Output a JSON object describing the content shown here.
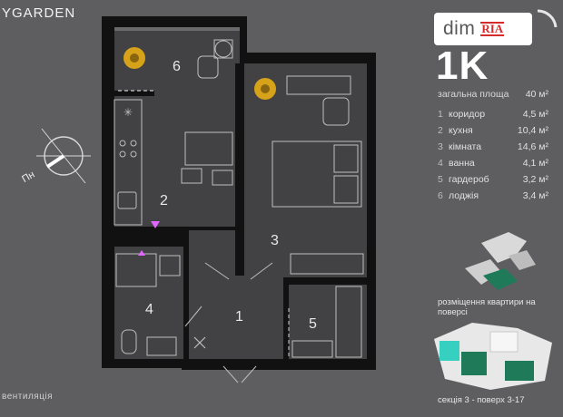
{
  "brand": "YGARDEN",
  "logo": {
    "left": "dim",
    "right": "RIA"
  },
  "apartment_type": "1K",
  "total_area": {
    "label": "загальна площа",
    "value": "40 м²"
  },
  "rooms": [
    {
      "num": "1",
      "name": "коридор",
      "area": "4,5 м²"
    },
    {
      "num": "2",
      "name": "кухня",
      "area": "10,4 м²"
    },
    {
      "num": "3",
      "name": "кімната",
      "area": "14,6 м²"
    },
    {
      "num": "4",
      "name": "ванна",
      "area": "4,1 м²"
    },
    {
      "num": "5",
      "name": "гардероб",
      "area": "3,2 м²"
    },
    {
      "num": "6",
      "name": "лоджія",
      "area": "3,4 м²"
    }
  ],
  "plan_labels": {
    "r1": "1",
    "r2": "2",
    "r3": "3",
    "r4": "4",
    "r5": "5",
    "r6": "6"
  },
  "compass_label": "Пн",
  "floor_location_caption": "розміщення квартири на поверсі",
  "section_caption": "секція 3 - поверх 3-17",
  "ventilation_label": "вентиляція",
  "colors": {
    "background": "#5e5e60",
    "wall": "#111111",
    "floor": "#404042",
    "accent_marker": "#e066ff",
    "green": "#1f7a5a",
    "teal": "#36d0c0"
  }
}
